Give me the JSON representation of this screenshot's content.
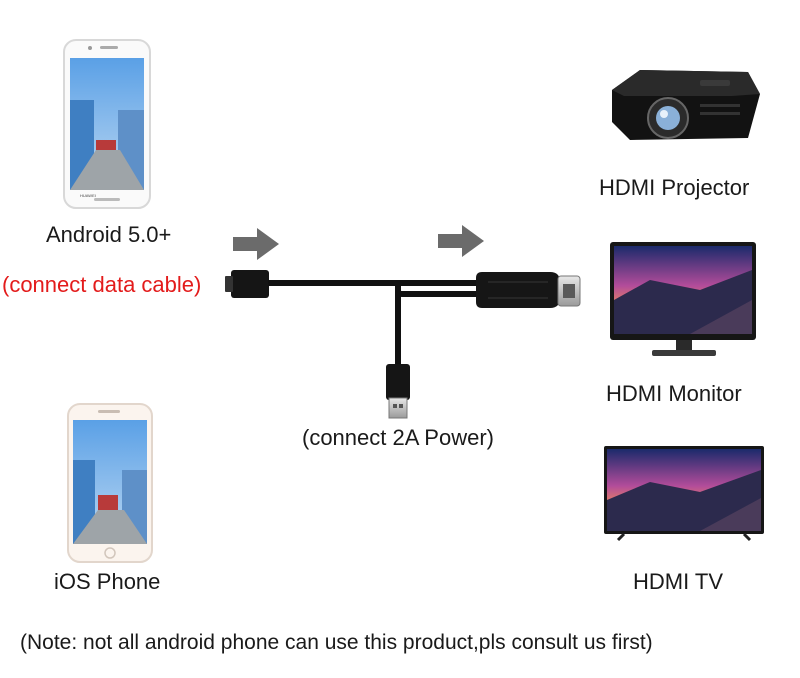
{
  "labels": {
    "android": "Android 5.0+",
    "data_cable": "(connect data cable)",
    "ios": "iOS Phone",
    "power": "(connect 2A Power)",
    "projector": "HDMI Projector",
    "monitor": "HDMI Monitor",
    "tv": "HDMI TV",
    "note": "(Note: not all android phone can use this product,pls consult us first)"
  },
  "phone_brand_text": "HUAWEI",
  "colors": {
    "highlight": "#e31b1b",
    "arrow": "#6b6b6b",
    "cable": "#111111"
  },
  "icons": [
    "android-phone-icon",
    "iphone-icon",
    "arrow-right-icon",
    "hdmi-cable-icon",
    "usb-connector-icon",
    "projector-icon",
    "monitor-icon",
    "tv-icon"
  ]
}
